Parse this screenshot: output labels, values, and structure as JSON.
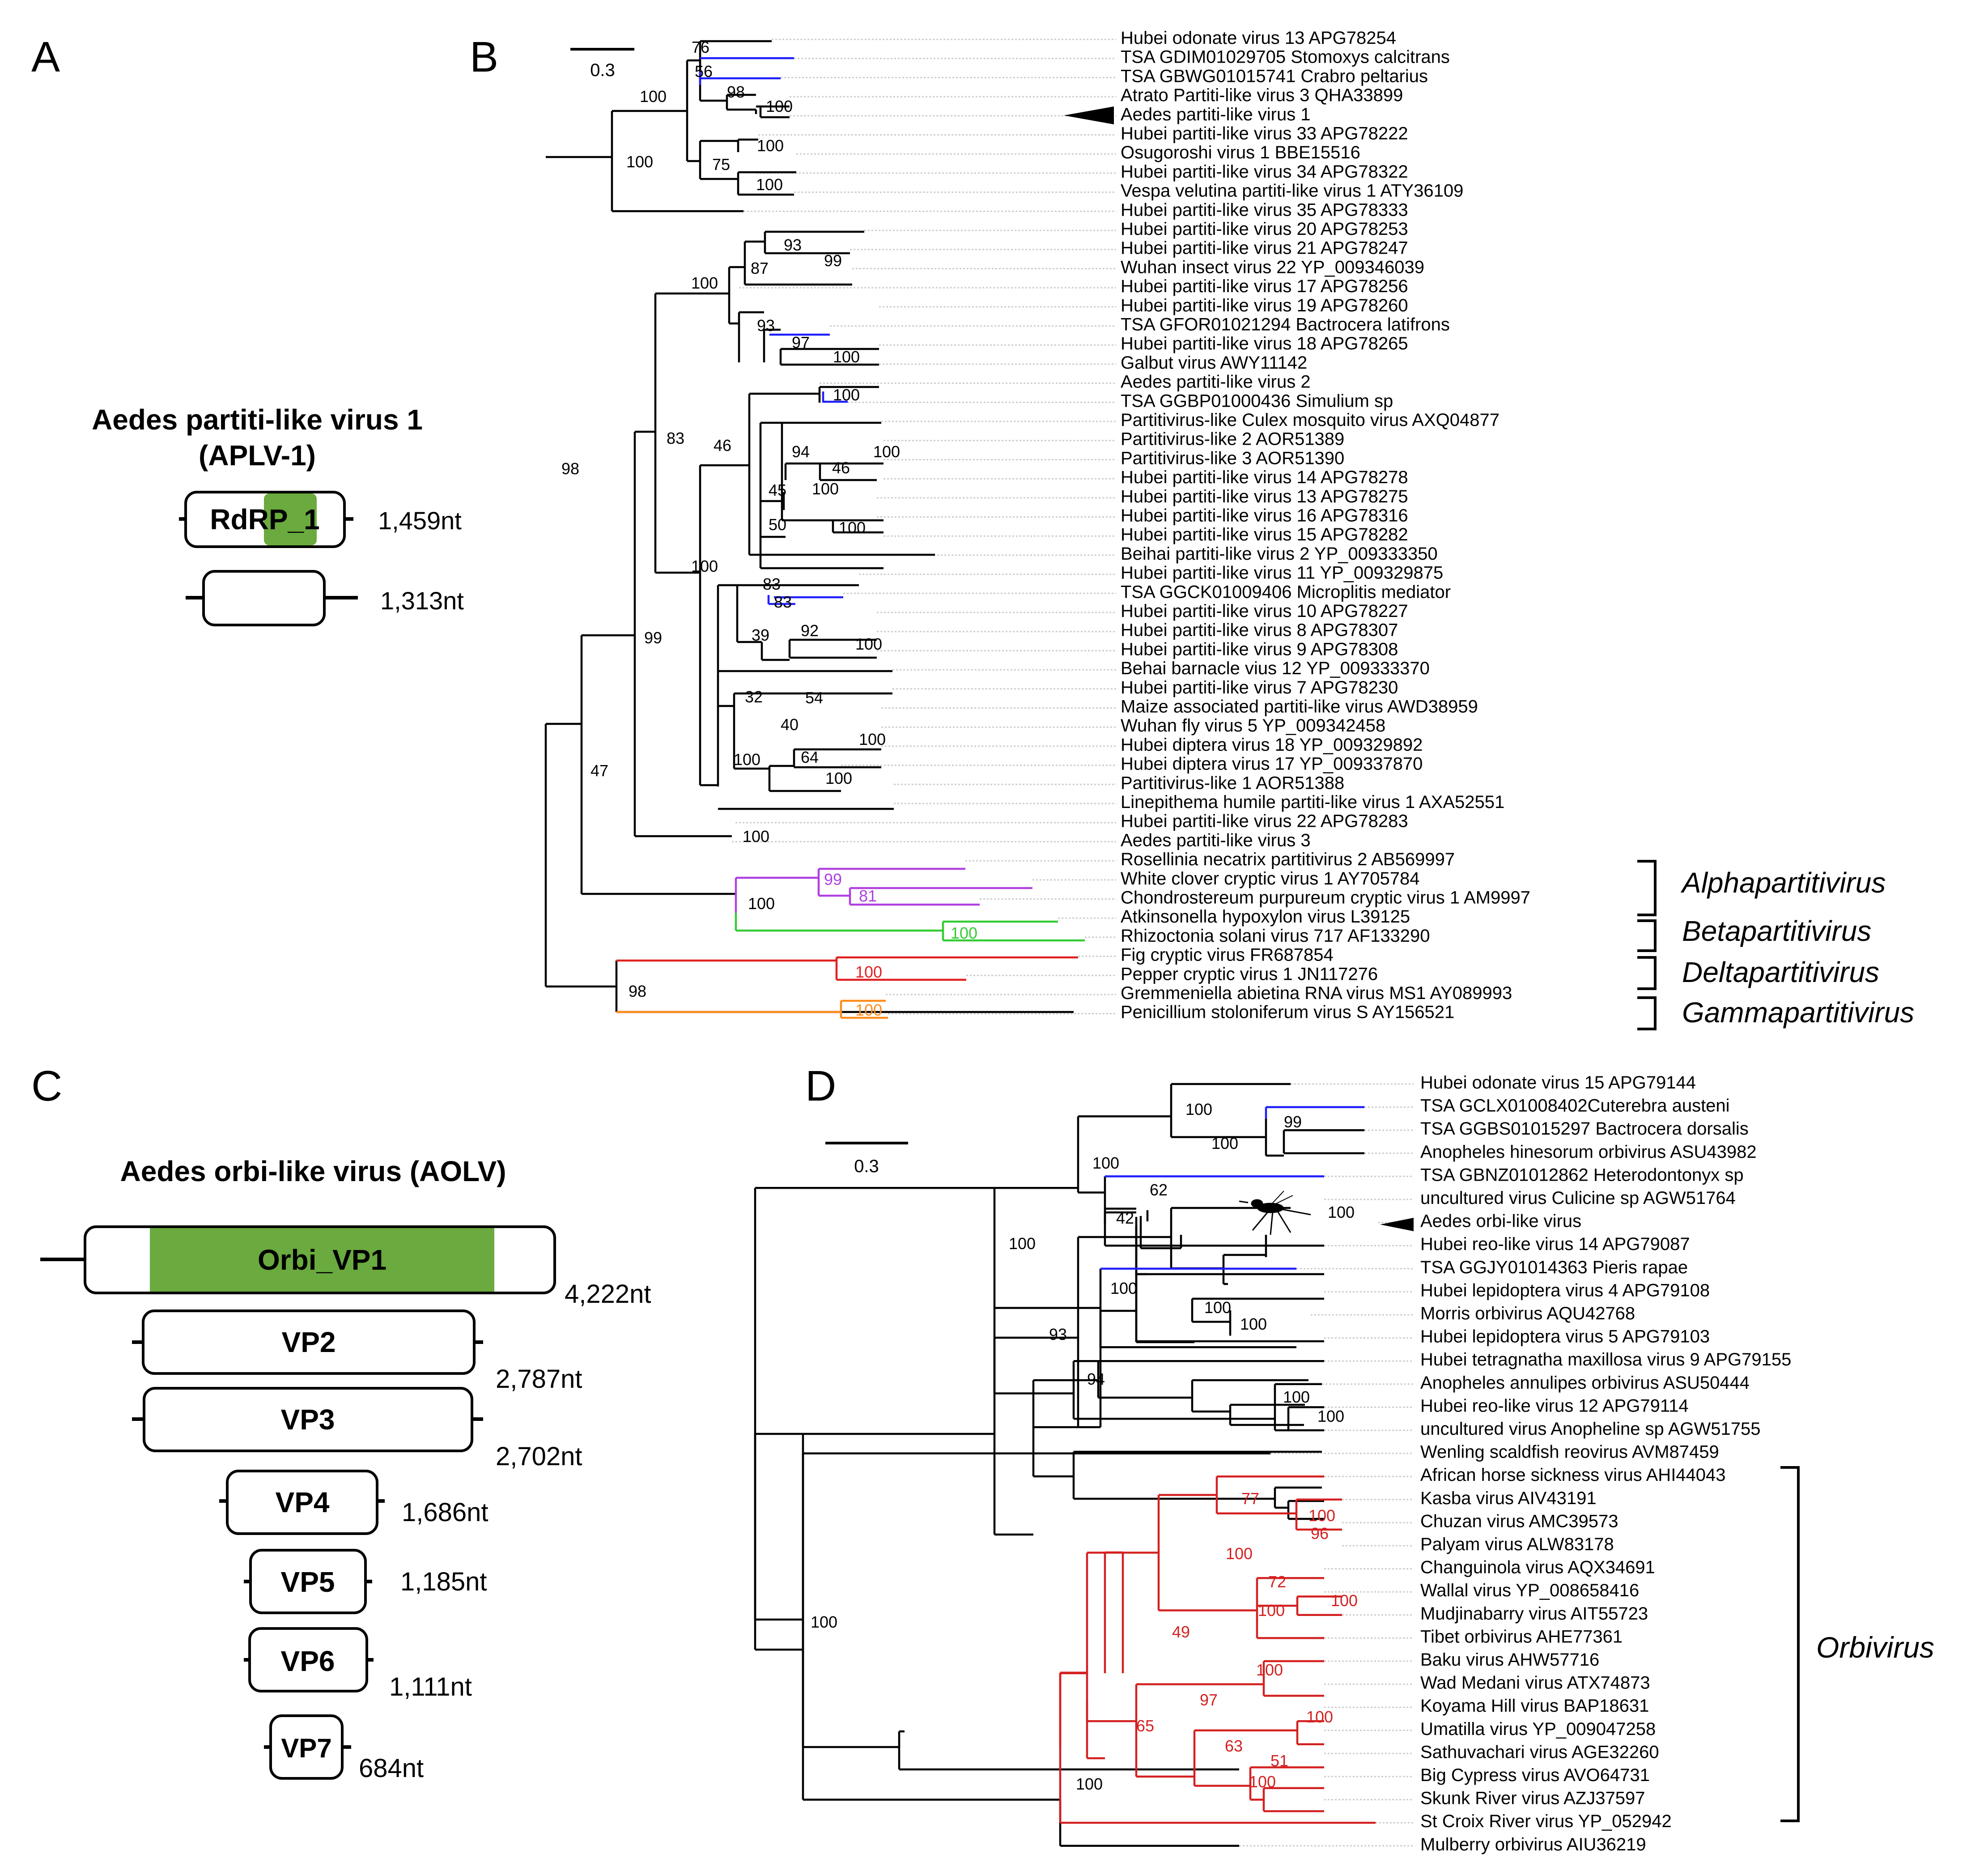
{
  "panel_letters": {
    "a": "A",
    "b": "B",
    "c": "C",
    "d": "D"
  },
  "colors": {
    "black": "#000000",
    "blue": "#1f1fff",
    "purple": "#b040e0",
    "green": "#33cc33",
    "red": "#e02020",
    "orange": "#ff8c1a",
    "domain_green": "#6aaa3e",
    "leader_grey": "#cccccc",
    "d_red_branch": "#d42020"
  },
  "panel_a": {
    "title": "Aedes partiti-like virus 1",
    "subtitle": "(APLV-1)",
    "segments": [
      {
        "label": "RdRP_1",
        "length": "1,459nt",
        "domain": true
      },
      {
        "label": "",
        "length": "1,313nt",
        "domain": false
      }
    ]
  },
  "panel_b": {
    "scale_label": "0.3",
    "taxa": [
      "Hubei odonate virus 13 APG78254",
      "TSA GDIM01029705 Stomoxys calcitrans",
      "TSA GBWG01015741 Crabro peltarius",
      "Atrato Partiti-like virus 3 QHA33899",
      "Aedes partiti-like virus 1",
      "Hubei partiti-like virus 33 APG78222",
      "Osugoroshi virus 1 BBE15516",
      "Hubei partiti-like virus 34 APG78322",
      "Vespa velutina partiti-like virus 1 ATY36109",
      "Hubei partiti-like virus 35 APG78333",
      "Hubei partiti-like virus 20 APG78253",
      "Hubei partiti-like virus 21 APG78247",
      "Wuhan insect virus 22 YP_009346039",
      "Hubei partiti-like virus 17 APG78256",
      "Hubei partiti-like virus 19 APG78260",
      "TSA GFOR01021294 Bactrocera latifrons",
      "Hubei partiti-like virus 18 APG78265",
      "Galbut virus AWY11142",
      "Aedes partiti-like virus 2",
      "TSA GGBP01000436 Simulium sp",
      "Partitivirus-like Culex mosquito virus AXQ04877",
      "Partitivirus-like 2 AOR51389",
      "Partitivirus-like 3 AOR51390",
      "Hubei partiti-like virus 14 APG78278",
      "Hubei partiti-like virus 13 APG78275",
      "Hubei partiti-like virus 16 APG78316",
      "Hubei partiti-like virus 15 APG78282",
      "Beihai partiti-like virus 2 YP_009333350",
      "Hubei partiti-like virus 11 YP_009329875",
      "TSA GGCK01009406 Microplitis mediator",
      "Hubei partiti-like virus 10 APG78227",
      "Hubei partiti-like virus 8 APG78307",
      "Hubei partiti-like virus 9 APG78308",
      "Behai barnacle vius 12 YP_009333370",
      "Hubei partiti-like virus 7 APG78230",
      "Maize associated partiti-like virus AWD38959",
      "Wuhan fly virus 5 YP_009342458",
      "Hubei diptera virus 18 YP_009329892",
      "Hubei diptera virus 17 YP_009337870",
      "Partitivirus-like 1 AOR51388",
      "Linepithema humile partiti-like virus 1 AXA52551",
      "Hubei partiti-like virus 22 APG78283",
      "Aedes partiti-like virus 3",
      "Rosellinia necatrix partitivirus 2 AB569997",
      "White clover cryptic virus 1 AY705784",
      "Chondrostereum purpureum cryptic virus 1 AM9997",
      "Atkinsonella hypoxylon virus L39125",
      "Rhizoctonia solani virus 717 AF133290",
      "Fig cryptic virus FR687854",
      "Pepper cryptic virus 1 JN117276",
      "Gremmeniella abietina RNA virus MS1 AY089993",
      "Penicillium stoloniferum virus S AY156521"
    ],
    "genera": [
      "Alphapartitivirus",
      "Betapartitivirus",
      "Deltapartitivirus",
      "Gammapartitivirus"
    ],
    "support": {
      "n76": "76",
      "n56": "56",
      "n98a": "98",
      "n100a": "100",
      "n100b": "100",
      "n100c": "100",
      "n75": "75",
      "n100d": "100",
      "n100e": "100",
      "n98root": "98",
      "n93a": "93",
      "n99a": "99",
      "n87": "87",
      "n100f": "100",
      "n93b": "93",
      "n97": "97",
      "n100g": "100",
      "n83a": "83",
      "n100h": "100",
      "n46a": "46",
      "n94": "94",
      "n100i": "100",
      "n46b": "46",
      "n45": "45",
      "n100j": "100",
      "n50": "50",
      "n100k": "100",
      "n100l": "100",
      "n83b": "83",
      "n83c": "83",
      "n39": "39",
      "n92": "92",
      "n100m": "100",
      "n99b": "99",
      "n32": "32",
      "n54": "54",
      "n40": "40",
      "n100n": "100",
      "n100o": "100",
      "n64": "64",
      "n100p": "100",
      "n47": "47",
      "n100q": "100",
      "n99c": "99",
      "n81": "81",
      "n100r": "100",
      "n100s": "100",
      "n100t": "100",
      "n98d": "98",
      "n100u": "100"
    }
  },
  "panel_c": {
    "title": "Aedes orbi-like virus (AOLV)",
    "segments": [
      {
        "label": "Orbi_VP1",
        "length": "4,222nt"
      },
      {
        "label": "VP2",
        "length": "2,787nt"
      },
      {
        "label": "VP3",
        "length": "2,702nt"
      },
      {
        "label": "VP4",
        "length": "1,686nt"
      },
      {
        "label": "VP5",
        "length": "1,185nt"
      },
      {
        "label": "VP6",
        "length": "1,111nt"
      },
      {
        "label": "VP7",
        "length": "684nt"
      }
    ]
  },
  "panel_d": {
    "scale_label": "0.3",
    "taxa": [
      "Hubei odonate virus 15 APG79144",
      "TSA GCLX01008402Cuterebra austeni",
      "TSA GGBS01015297 Bactrocera dorsalis",
      "Anopheles hinesorum orbivirus ASU43982",
      "TSA GBNZ01012862 Heterodontonyx sp",
      "uncultured virus Culicine sp AGW51764",
      "Aedes orbi-like virus",
      "Hubei reo-like virus 14 APG79087",
      "TSA GGJY01014363 Pieris rapae",
      "Hubei lepidoptera virus 4 APG79108",
      "Morris orbivirus AQU42768",
      "Hubei lepidoptera virus 5 APG79103",
      "Hubei tetragnatha maxillosa virus 9 APG79155",
      "Anopheles annulipes orbivirus ASU50444",
      "Hubei reo-like virus 12 APG79114",
      "uncultured virus Anopheline sp AGW51755",
      "Wenling scaldfish reovirus AVM87459",
      "African horse sickness virus AHI44043",
      "Kasba virus AIV43191",
      "Chuzan virus AMC39573",
      "Palyam virus ALW83178",
      "Changuinola virus AQX34691",
      "Wallal virus YP_008658416",
      "Mudjinabarry virus AIT55723",
      "Tibet orbivirus AHE77361",
      "Baku virus AHW57716",
      "Wad Medani virus ATX74873",
      "Koyama Hill virus BAP18631",
      "Umatilla virus YP_009047258",
      "Sathuvachari virus AGE32260",
      "Big Cypress virus AVO64731",
      "Skunk River virus AZJ37597",
      "St Croix River virus YP_052942",
      "Mulberry orbivirus AIU36219"
    ],
    "genus": "Orbivirus",
    "support": {
      "d100a": "100",
      "d99": "99",
      "d100b": "100",
      "d100c": "100",
      "d62": "62",
      "d100d": "100",
      "d42": "42",
      "d100e": "100",
      "d100f": "100",
      "d100g": "100",
      "d100h": "100",
      "d93": "93",
      "d94": "94",
      "d100i": "100",
      "d100j": "100",
      "d100k": "100",
      "d77": "77",
      "d100l": "100",
      "d96": "96",
      "d100m": "100",
      "d72": "72",
      "d100n": "100",
      "d100o": "100",
      "d49": "49",
      "d100p": "100",
      "d97": "97",
      "d100q": "100",
      "d65": "65",
      "d63": "63",
      "d51": "51",
      "d100r": "100",
      "d100s": "100"
    }
  }
}
